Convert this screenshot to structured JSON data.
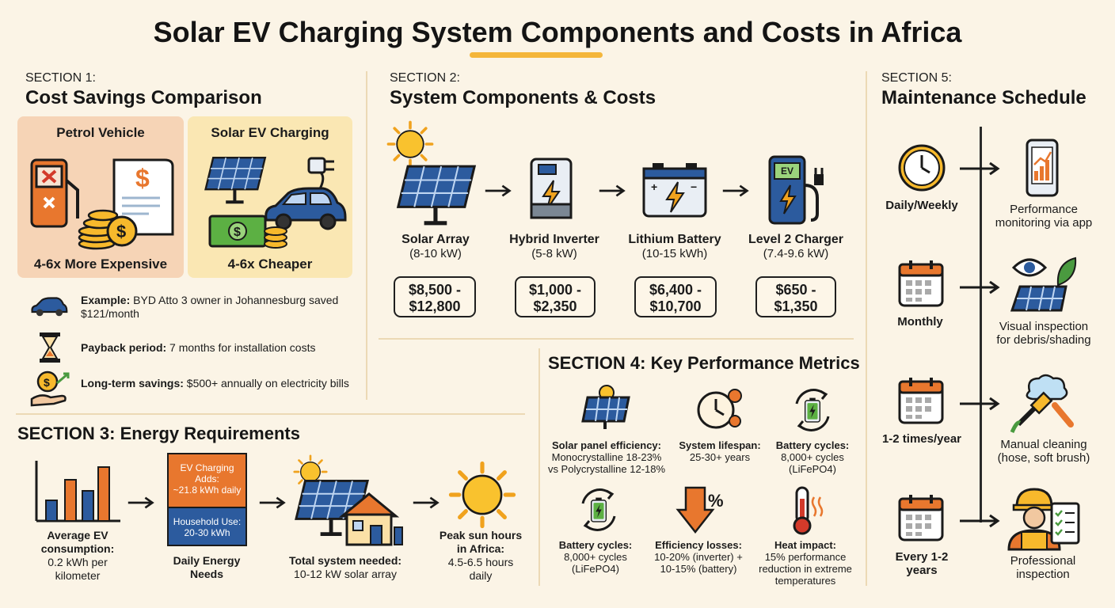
{
  "title": "Solar EV Charging System Components and Costs in Africa",
  "colors": {
    "background": "#fbf4e6",
    "accent": "#f4b63a",
    "orange": "#e8772e",
    "blue": "#2c5b9e",
    "green": "#4a9a3f"
  },
  "section1": {
    "label": "SECTION 1:",
    "heading": "Cost Savings Comparison",
    "petrol": {
      "title": "Petrol Vehicle",
      "caption": "4-6x More Expensive",
      "icons": [
        "fuel-pump-icon",
        "bill-icon",
        "coins-icon"
      ]
    },
    "solar": {
      "title": "Solar EV Charging",
      "caption": "4-6x Cheaper",
      "icons": [
        "solar-panel-icon",
        "car-icon",
        "plug-icon",
        "cash-icon"
      ]
    },
    "facts": [
      {
        "icon": "car-icon",
        "label": "Example:",
        "text": " BYD Atto 3 owner in Johannesburg saved $121/month"
      },
      {
        "icon": "hourglass-icon",
        "label": "Payback period:",
        "text": " 7 months for installation costs"
      },
      {
        "icon": "money-hand-icon",
        "label": "Long-term savings:",
        "text": " $500+ annually on electricity bills"
      }
    ]
  },
  "section2": {
    "label": "SECTION 2:",
    "heading": "System Components & Costs",
    "components": [
      {
        "name": "Solar Array",
        "spec": "(8-10 kW)",
        "price_line1": "$8,500 -",
        "price_line2": "$12,800",
        "icon": "solar-array-icon"
      },
      {
        "name": "Hybrid Inverter",
        "spec": "(5-8 kW)",
        "price_line1": "$1,000 -",
        "price_line2": "$2,350",
        "icon": "inverter-icon"
      },
      {
        "name": "Lithium Battery",
        "spec": "(10-15 kWh)",
        "price_line1": "$6,400 -",
        "price_line2": "$10,700",
        "icon": "battery-icon"
      },
      {
        "name": "Level 2 Charger",
        "spec": "(7.4-9.6 kW)",
        "price_line1": "$650 -",
        "price_line2": "$1,350",
        "icon": "ev-charger-icon",
        "badge": "EV"
      }
    ]
  },
  "section3": {
    "heading": "SECTION 3: Energy Requirements",
    "consumption": {
      "label_line1": "Average EV",
      "label_line2": "consumption:",
      "value_line1": "0.2 kWh per",
      "value_line2": "kilometer"
    },
    "daily": {
      "ev_label_line1": "EV Charging",
      "ev_label_line2": "Adds:",
      "ev_value": "~21.8 kWh daily",
      "household_label": "Household Use:",
      "household_value": "20-30 kWh",
      "caption_line1": "Daily Energy",
      "caption_line2": "Needs"
    },
    "total": {
      "label": "Total system needed:",
      "value": "10-12 kW solar array"
    },
    "sun": {
      "label_line1": "Peak sun hours",
      "label_line2": "in Africa:",
      "value_line1": "4.5-6.5 hours",
      "value_line2": "daily"
    }
  },
  "section4": {
    "heading": "SECTION 4: Key Performance Metrics",
    "metrics": [
      {
        "icon": "solar-panel-sun-icon",
        "title": "Solar panel efficiency:",
        "line1": "Monocrystalline 18-23%",
        "line2": "vs Polycrystalline 12-18%"
      },
      {
        "icon": "clock-gears-icon",
        "title": "System lifespan:",
        "line1": "25-30+ years",
        "line2": ""
      },
      {
        "icon": "battery-cycle-icon",
        "title": "Battery cycles:",
        "line1": "8,000+ cycles",
        "line2": "(LiFePO4)"
      },
      {
        "icon": "battery-cycle-icon",
        "title": "Battery cycles:",
        "line1": "8,000+ cycles",
        "line2": "(LiFePO4)"
      },
      {
        "icon": "down-arrow-percent-icon",
        "title": "Efficiency losses:",
        "line1": "10-20% (inverter) +",
        "line2": "10-15% (battery)"
      },
      {
        "icon": "thermometer-icon",
        "title": "Heat impact:",
        "line1": "15% performance",
        "line2": "reduction in extreme",
        "line3": "temperatures"
      }
    ]
  },
  "section5": {
    "label": "SECTION 5:",
    "heading": "Maintenance Schedule",
    "items": [
      {
        "freq_line1": "Daily/Weekly",
        "freq_line2": "",
        "task_line1": "Performance",
        "task_line2": "monitoring via app",
        "freq_icon": "clock-icon",
        "task_icon": "phone-chart-icon"
      },
      {
        "freq_line1": "Monthly",
        "freq_line2": "",
        "task_line1": "Visual inspection",
        "task_line2": "for debris/shading",
        "freq_icon": "calendar-icon",
        "task_icon": "eye-panel-icon"
      },
      {
        "freq_line1": "1-2 times/year",
        "freq_line2": "",
        "task_line1": "Manual cleaning",
        "task_line2": "(hose, soft brush)",
        "freq_icon": "calendar-icon",
        "task_icon": "cleaning-brush-icon"
      },
      {
        "freq_line1": "Every 1-2",
        "freq_line2": "years",
        "task_line1": "Professional",
        "task_line2": "inspection",
        "freq_icon": "calendar-icon",
        "task_icon": "inspector-icon"
      }
    ]
  }
}
